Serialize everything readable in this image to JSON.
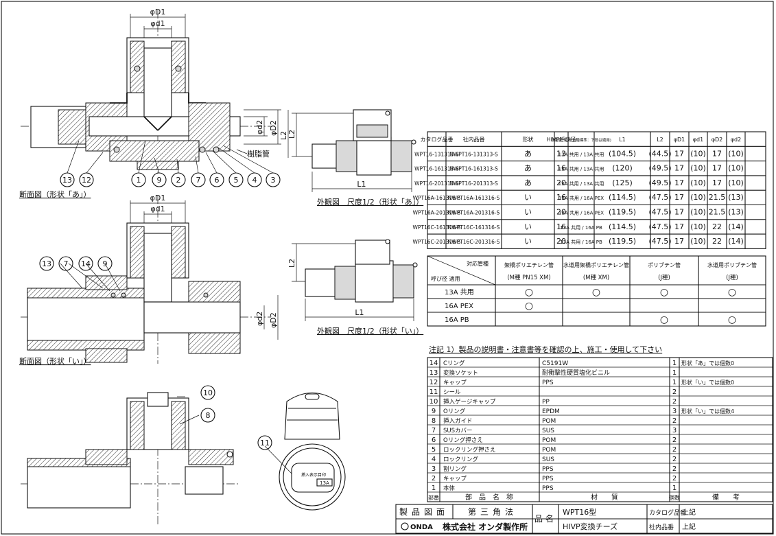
{
  "views": {
    "section_a": {
      "title": "断面図（形状「あ」）",
      "dim_D1": "φD1",
      "dim_d1": "φd1",
      "dim_d2": "φd2",
      "dim_D2": "φD2",
      "dim_L2": "L2",
      "resin_pipe": "樹脂管",
      "balloons": [
        "13",
        "12",
        "1",
        "9",
        "2",
        "7",
        "6",
        "5",
        "4",
        "3"
      ]
    },
    "exterior_a": {
      "title": "外観図　尺度1/2（形状「あ」）",
      "dim_L1": "L1",
      "dim_L2": "L2"
    },
    "section_i": {
      "title": "断面図（形状「い」）",
      "dim_D1": "φD1",
      "dim_d1": "φd1",
      "dim_d2": "φd2",
      "dim_D2": "φD2",
      "balloons": [
        "13",
        "7",
        "14",
        "9"
      ]
    },
    "exterior_i": {
      "title": "外観図　尺度1/2（形状「い」）",
      "dim_L1": "L1",
      "dim_L2": "L2"
    },
    "detail": {
      "balloons": [
        "10",
        "8",
        "11"
      ],
      "cap_text": [
        "挿入表示目印",
        "13A"
      ]
    }
  },
  "spec_table": {
    "headers": [
      "カタログ品番",
      "社内品番",
      "形状",
      "HIVP呼び径",
      "樹脂管 適用(M種標準：下段は適用)",
      "L1",
      "L2",
      "φD1",
      "φd1",
      "φD2",
      "φd2"
    ],
    "rows": [
      [
        "WPT16-131313-S",
        "NWPT16-131313-S",
        "あ",
        "13",
        "13A 共用 / 13A 共用",
        "(104.5)",
        "(44.5)",
        "17",
        "(10)",
        "17",
        "(10)"
      ],
      [
        "WPT16-161313-S",
        "NWPT16-161313-S",
        "あ",
        "16",
        "13A 共用 / 13A 共用",
        "(120)",
        "(49.5)",
        "17",
        "(10)",
        "17",
        "(10)"
      ],
      [
        "WPT16-201313-S",
        "NWPT16-201313-S",
        "あ",
        "20",
        "13A 共用 / 13A 共用",
        "(125)",
        "(49.5)",
        "17",
        "(10)",
        "17",
        "(10)"
      ],
      [
        "WPT16A-161316-S",
        "NWPT16A-161316-S",
        "い",
        "16",
        "13A 共用 / 16A PEX",
        "(114.5)",
        "(47.5)",
        "17",
        "(10)",
        "21.5",
        "(13)"
      ],
      [
        "WPT16A-201316-S",
        "NWPT16A-201316-S",
        "い",
        "20",
        "13A 共用 / 16A PEX",
        "(119.5)",
        "(47.5)",
        "17",
        "(10)",
        "21.5",
        "(13)"
      ],
      [
        "WPT16C-161316-S",
        "NWPT16C-161316-S",
        "い",
        "16",
        "13A 共用 / 16A PB",
        "(114.5)",
        "(47.5)",
        "17",
        "(10)",
        "22",
        "(14)"
      ],
      [
        "WPT16C-201316-S",
        "NWPT16C-201316-S",
        "い",
        "20",
        "13A 共用 / 16A PB",
        "(119.5)",
        "(47.5)",
        "17",
        "(10)",
        "22",
        "(14)"
      ]
    ]
  },
  "compat_table": {
    "corner_top": "対応管種",
    "corner_bottom": "呼び径 適用",
    "headers": [
      [
        "架橋ポリエチレン管",
        "(M種 PN15 XM)"
      ],
      [
        "水道用架橋ポリエチレン管",
        "(M種 XM)"
      ],
      [
        "ポリブテン管",
        "(J種)"
      ],
      [
        "水道用ポリブテン管",
        "(J種)"
      ]
    ],
    "rows": [
      {
        "label": "13A 共用",
        "marks": [
          "○",
          "○",
          "○",
          "○"
        ]
      },
      {
        "label": "16A PEX",
        "marks": [
          "○",
          "",
          "",
          ""
        ]
      },
      {
        "label": "16A PB",
        "marks": [
          "",
          "",
          "○",
          "○"
        ]
      }
    ]
  },
  "note": "注記 1）製品の説明書・注意書等を確認の上、施工・使用して下さい",
  "parts_table": {
    "footer": [
      "部番",
      "部　品　名　称",
      "材　　質",
      "個数",
      "備　　考"
    ],
    "rows": [
      [
        "14",
        "Cリング",
        "C5191W",
        "1",
        "形状「あ」では個数0"
      ],
      [
        "13",
        "変換ソケット",
        "耐衝撃性硬質塩化ビニル",
        "1",
        ""
      ],
      [
        "12",
        "キャップ",
        "PPS",
        "1",
        "形状「い」では個数0"
      ],
      [
        "11",
        "シール",
        "",
        "2",
        ""
      ],
      [
        "10",
        "挿入ゲージキャップ",
        "PP",
        "2",
        ""
      ],
      [
        "9",
        "Oリング",
        "EPDM",
        "3",
        "形状「い」では個数4"
      ],
      [
        "8",
        "挿入ガイド",
        "POM",
        "2",
        ""
      ],
      [
        "7",
        "SUSカバー",
        "SUS",
        "3",
        ""
      ],
      [
        "6",
        "Oリング押さえ",
        "POM",
        "2",
        ""
      ],
      [
        "5",
        "ロックリング押さえ",
        "POM",
        "2",
        ""
      ],
      [
        "4",
        "ロックリング",
        "SUS",
        "2",
        ""
      ],
      [
        "3",
        "割リング",
        "PPS",
        "2",
        ""
      ],
      [
        "2",
        "キャップ",
        "PPS",
        "2",
        ""
      ],
      [
        "1",
        "本体",
        "PPS",
        "1",
        ""
      ]
    ]
  },
  "title_block": {
    "drawing_label": "製品図面",
    "angle": "第三角法",
    "product_name_label": "品名",
    "product_name_1": "WPT16型",
    "product_name_2": "HIVP変換チーズ",
    "catalog_no_label": "カタログ品番",
    "catalog_no": "上記",
    "company_no_label": "社内品番",
    "company_no": "上記",
    "brand": "ONDA",
    "company": "株式会社 オンダ製作所"
  }
}
